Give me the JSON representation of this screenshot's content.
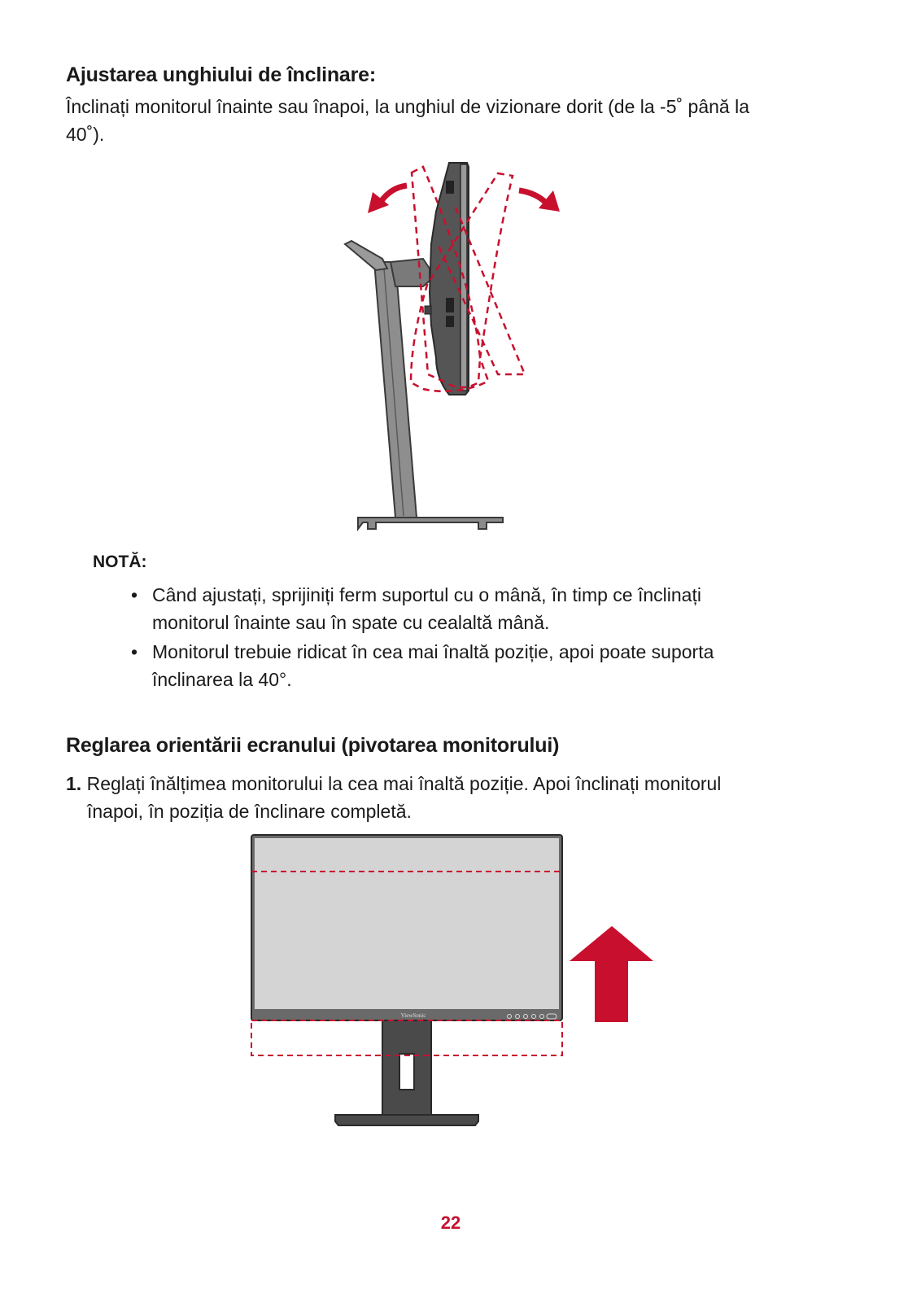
{
  "section1": {
    "title": "Ajustarea unghiului de înclinare:",
    "text_line1": "Înclinați monitorul înainte sau înapoi, la unghiul de vizionare dorit (de la -5˚ până la",
    "text_line2": "40˚)."
  },
  "note": {
    "title": "NOTĂ:",
    "bullets": [
      {
        "line1": "Când ajustați, sprijiniți ferm suportul cu o mână, în timp ce înclinați",
        "line2": "monitorul înainte sau în spate cu cealaltă mână."
      },
      {
        "line1": "Monitorul trebuie ridicat în cea mai înaltă poziție, apoi poate suporta",
        "line2": "înclinarea la 40°."
      }
    ]
  },
  "section2": {
    "title": "Reglarea orientării ecranului (pivotarea monitorului)",
    "step_number": "1.",
    "step_line1": "Reglați înălțimea monitorului la cea mai înaltă poziție. Apoi înclinați monitorul",
    "step_line2": "înapoi, în poziția de înclinare completă."
  },
  "figure2": {
    "brand": "ViewSonic"
  },
  "colors": {
    "accent": "#c8102e",
    "device_dark": "#4a4a4a",
    "device_mid": "#8a8a8a",
    "screen": "#d4d4d4"
  },
  "icons": [
    "tilt-back-arrow-icon",
    "tilt-forward-arrow-icon",
    "lift-up-arrow-icon"
  ],
  "page_number": "22"
}
